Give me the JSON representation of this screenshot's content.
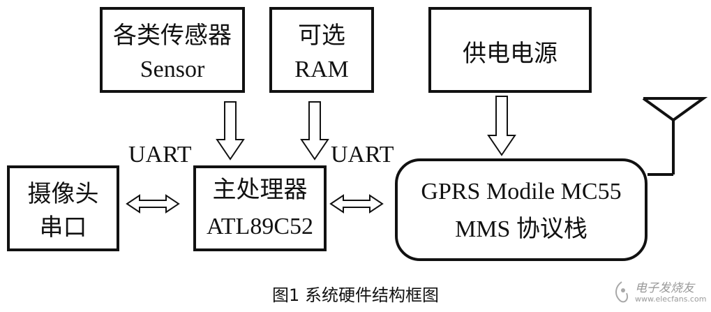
{
  "diagram": {
    "blocks": {
      "sensors": {
        "line1": "各类传感器",
        "line2": "Sensor"
      },
      "ram": {
        "line1": "可选",
        "line2": "RAM"
      },
      "power": {
        "line1": "供电电源"
      },
      "camera": {
        "line1": "摄像头",
        "line2": "串口"
      },
      "cpu": {
        "line1": "主处理器",
        "line2": "ATL89C52"
      },
      "gprs": {
        "line1": "GPRS Modile MC55",
        "line2": "MMS 协议栈"
      }
    },
    "links": {
      "camera_cpu": "UART",
      "cpu_gprs": "UART"
    },
    "caption": "图1  系统硬件结构框图"
  },
  "watermark": {
    "name": "电子发烧友",
    "url": "www.elecfans.com"
  }
}
